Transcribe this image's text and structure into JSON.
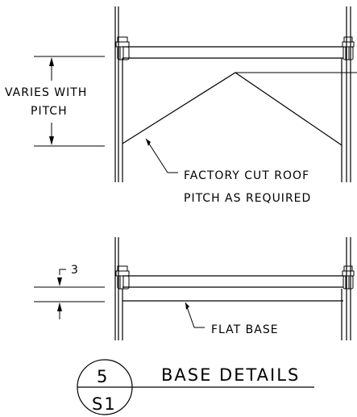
{
  "labels": {
    "varies_line1": "VARIES WITH",
    "varies_line2": "PITCH",
    "roof_line1": "FACTORY CUT ROOF",
    "roof_line2": "PITCH AS REQUIRED",
    "dim_three": "3",
    "flat_base": "FLAT BASE"
  },
  "title_block": {
    "detail_number": "5",
    "sheet": "S1",
    "title": "BASE DETAILS"
  }
}
